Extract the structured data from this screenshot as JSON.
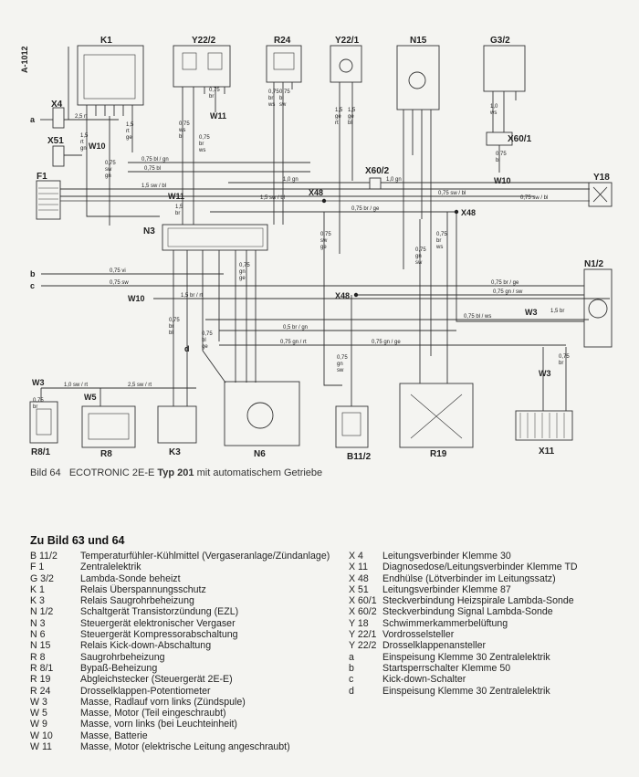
{
  "diagram": {
    "doc_ref": "A-1012",
    "components": [
      {
        "id": "K1",
        "label": "K1"
      },
      {
        "id": "Y22-2",
        "label": "Y22/2"
      },
      {
        "id": "R24",
        "label": "R24"
      },
      {
        "id": "Y22-1",
        "label": "Y22/1"
      },
      {
        "id": "N15",
        "label": "N15"
      },
      {
        "id": "G3-2",
        "label": "G3/2"
      },
      {
        "id": "X4",
        "label": "X4"
      },
      {
        "id": "X51",
        "label": "X51"
      },
      {
        "id": "F1",
        "label": "F1"
      },
      {
        "id": "N3",
        "label": "N3"
      },
      {
        "id": "X60-1",
        "label": "X60/1"
      },
      {
        "id": "X60-2",
        "label": "X60/2"
      },
      {
        "id": "Y18",
        "label": "Y18"
      },
      {
        "id": "N1-2",
        "label": "N1/2"
      },
      {
        "id": "R8-1",
        "label": "R8/1"
      },
      {
        "id": "R8",
        "label": "R8"
      },
      {
        "id": "K3",
        "label": "K3"
      },
      {
        "id": "N6",
        "label": "N6"
      },
      {
        "id": "B11-2",
        "label": "B11/2"
      },
      {
        "id": "R19",
        "label": "R19"
      },
      {
        "id": "X11",
        "label": "X11"
      }
    ],
    "nodes": [
      {
        "id": "X48-a",
        "label": "X48"
      },
      {
        "id": "X48-b",
        "label": "X48"
      },
      {
        "id": "X48-c",
        "label": "X48"
      },
      {
        "id": "W10-a",
        "label": "W10"
      },
      {
        "id": "W10-b",
        "label": "W10"
      },
      {
        "id": "W10-c",
        "label": "W10"
      },
      {
        "id": "W11-a",
        "label": "W11"
      },
      {
        "id": "W11-b",
        "label": "W11"
      },
      {
        "id": "W3-a",
        "label": "W3"
      },
      {
        "id": "W3-b",
        "label": "W3"
      },
      {
        "id": "W3-c",
        "label": "W3"
      },
      {
        "id": "W5",
        "label": "W5"
      },
      {
        "id": "term-a",
        "label": "a"
      },
      {
        "id": "term-b",
        "label": "b"
      },
      {
        "id": "term-c",
        "label": "c"
      },
      {
        "id": "term-d",
        "label": "d"
      }
    ],
    "wires": [
      {
        "id": "w1",
        "label": "0,75 bl / gn"
      },
      {
        "id": "w2",
        "label": "0,75 bl"
      },
      {
        "id": "w3",
        "label": "1,5 sw / bl"
      },
      {
        "id": "w4",
        "label": "1,0 gn"
      },
      {
        "id": "w5",
        "label": "1,0 gn"
      },
      {
        "id": "w6",
        "label": "0,75 sw / bl"
      },
      {
        "id": "w7",
        "label": "1,5 sw / bl"
      },
      {
        "id": "w8",
        "label": "0,75 br / ge"
      },
      {
        "id": "w9",
        "label": "0,75 sw / bl"
      },
      {
        "id": "w10",
        "label": "0,75 vi"
      },
      {
        "id": "w11",
        "label": "0,75 sw"
      },
      {
        "id": "w12",
        "label": "1,5 br / rt"
      },
      {
        "id": "w13",
        "label": "0,75 br / ge"
      },
      {
        "id": "w14",
        "label": "0,75 gn / sw"
      },
      {
        "id": "w15",
        "label": "0,5 br / gn"
      },
      {
        "id": "w16",
        "label": "0,75 bl / ws"
      },
      {
        "id": "w17",
        "label": "0,75 gn / ge"
      },
      {
        "id": "w18",
        "label": "0,75 gn / rt"
      },
      {
        "id": "w19",
        "label": "1,0 sw / rt"
      },
      {
        "id": "w20",
        "label": "2,5 sw / rt"
      },
      {
        "id": "w21",
        "label": "2,5 rt"
      },
      {
        "id": "w22",
        "label": "1,5 br"
      }
    ],
    "vlabels": [
      {
        "id": "v-k1a",
        "label": "1,5 rt gn"
      },
      {
        "id": "v-k1b",
        "label": "0,75 sw gn"
      },
      {
        "id": "v-k1c",
        "label": "1,5 rt ge"
      },
      {
        "id": "v-y222a",
        "label": "0,75 ws bl"
      },
      {
        "id": "v-y222b",
        "label": "0,75 br ws"
      },
      {
        "id": "v-y222c",
        "label": "0,75 br"
      },
      {
        "id": "v-r24a",
        "label": "0,75 br ws"
      },
      {
        "id": "v-r24b",
        "label": "0,75 bl sw"
      },
      {
        "id": "v-y221a",
        "label": "1,5 ge rt"
      },
      {
        "id": "v-y221b",
        "label": "1,5 ge bl"
      },
      {
        "id": "v-g32",
        "label": "1,0 ws"
      },
      {
        "id": "v-x601",
        "label": "0,75 bl"
      },
      {
        "id": "v-w11",
        "label": "1,5 br"
      },
      {
        "id": "v-n3a",
        "label": "0,75 sw ge"
      },
      {
        "id": "v-n3b",
        "label": "0,75 gn ge"
      },
      {
        "id": "v-n15a",
        "label": "0,75 gn sw"
      },
      {
        "id": "v-n15b",
        "label": "0,75 br ws"
      },
      {
        "id": "v-k3a",
        "label": "0,75 br bl"
      },
      {
        "id": "v-k3b",
        "label": "0,75 bl ge"
      },
      {
        "id": "v-b112",
        "label": "0,75 gn sw"
      },
      {
        "id": "v-w3",
        "label": "0,75 br"
      },
      {
        "id": "v-w3b",
        "label": "0,75 br"
      }
    ]
  },
  "caption": {
    "prefix": "Bild 64",
    "middle": "ECOTRONIC 2E-E",
    "bold": "Typ 201",
    "suffix": "mit automatischem Getriebe"
  },
  "legend": {
    "title": "Zu Bild 63 und 64",
    "left": [
      {
        "code": "B 11/2",
        "desc": "Temperaturfühler-Kühlmittel (Vergaseranlage/Zündanlage)"
      },
      {
        "code": "F 1",
        "desc": "Zentralelektrik"
      },
      {
        "code": "G 3/2",
        "desc": "Lambda-Sonde beheizt"
      },
      {
        "code": "K 1",
        "desc": "Relais Überspannungsschutz"
      },
      {
        "code": "K 3",
        "desc": "Relais Saugrohrbeheizung"
      },
      {
        "code": "N 1/2",
        "desc": "Schaltgerät Transistorzündung (EZL)"
      },
      {
        "code": "N 3",
        "desc": "Steuergerät elektronischer Vergaser"
      },
      {
        "code": "N 6",
        "desc": "Steuergerät Kompressorabschaltung"
      },
      {
        "code": "N 15",
        "desc": "Relais Kick-down-Abschaltung"
      },
      {
        "code": "R 8",
        "desc": "Saugrohrbeheizung"
      },
      {
        "code": "R 8/1",
        "desc": "Bypaß-Beheizung"
      },
      {
        "code": "R 19",
        "desc": "Abgleichstecker (Steuergerät 2E-E)"
      },
      {
        "code": "R 24",
        "desc": "Drosselklappen-Potentiometer"
      },
      {
        "code": "W 3",
        "desc": "Masse, Radlauf vorn links (Zündspule)"
      },
      {
        "code": "W 5",
        "desc": "Masse, Motor (Teil eingeschraubt)"
      },
      {
        "code": "W 9",
        "desc": "Masse, vorn links (bei Leuchteinheit)"
      },
      {
        "code": "W 10",
        "desc": "Masse, Batterie"
      },
      {
        "code": "W 11",
        "desc": "Masse, Motor (elektrische Leitung angeschraubt)"
      }
    ],
    "right": [
      {
        "code": "X 4",
        "desc": "Leitungsverbinder Klemme 30"
      },
      {
        "code": "X 11",
        "desc": "Diagnosedose/Leitungsverbinder Klemme TD"
      },
      {
        "code": "X 48",
        "desc": "Endhülse (Lötverbinder im Leitungssatz)"
      },
      {
        "code": "X 51",
        "desc": "Leitungsverbinder Klemme 87"
      },
      {
        "code": "X 60/1",
        "desc": "Steckverbindung Heizspirale Lambda-Sonde"
      },
      {
        "code": "X 60/2",
        "desc": "Steckverbindung Signal Lambda-Sonde"
      },
      {
        "code": "Y 18",
        "desc": "Schwimmerkammerbelüftung"
      },
      {
        "code": "Y 22/1",
        "desc": "Vordrosselsteller"
      },
      {
        "code": "Y 22/2",
        "desc": "Drosselklappenansteller"
      },
      {
        "code": "a",
        "desc": "Einspeisung Klemme 30 Zentralelektrik"
      },
      {
        "code": "b",
        "desc": "Startsperrschalter Klemme 50"
      },
      {
        "code": "c",
        "desc": "Kick-down-Schalter"
      },
      {
        "code": "d",
        "desc": "Einspeisung Klemme 30 Zentralelektrik"
      }
    ]
  }
}
